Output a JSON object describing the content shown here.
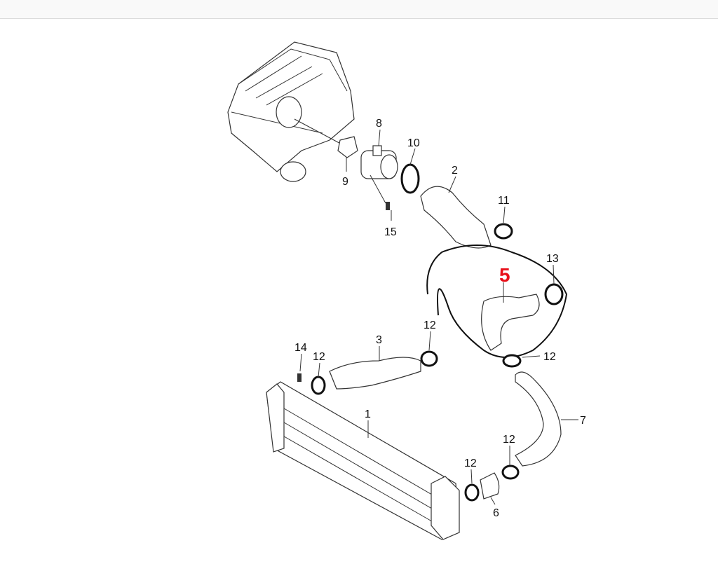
{
  "diagram": {
    "callout_labels": {
      "part_8": "8",
      "part_10": "10",
      "part_2": "2",
      "part_9": "9",
      "part_15": "15",
      "part_11": "11",
      "part_13": "13",
      "part_5": "5",
      "part_12_a": "12",
      "part_12_b": "12",
      "part_14": "14",
      "part_12_c": "12",
      "part_3": "3",
      "part_1": "1",
      "part_7": "7",
      "part_12_d": "12",
      "part_12_e": "12",
      "part_6": "6"
    },
    "highlight_color": "#e8101a"
  }
}
